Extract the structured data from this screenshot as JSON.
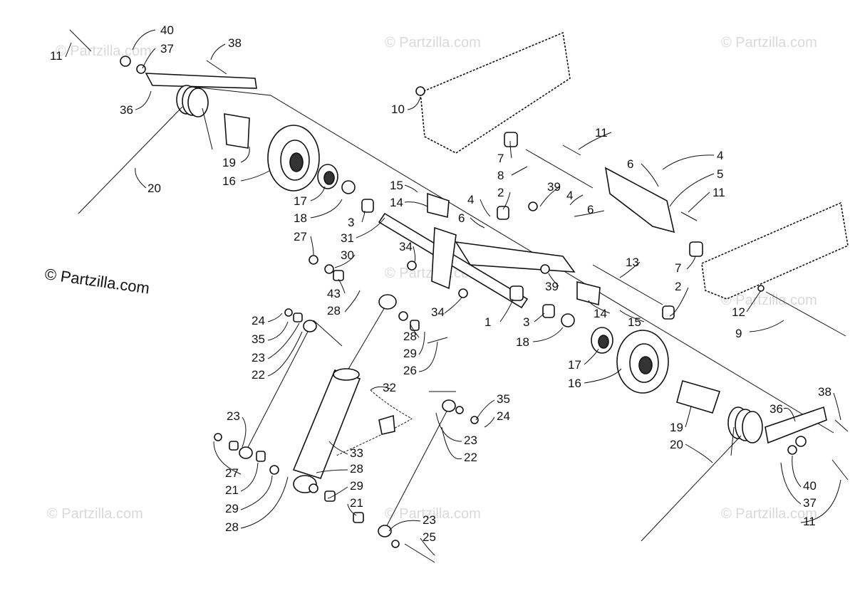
{
  "copyright": "© Partzilla.com",
  "watermark_text": "© Partzilla.com",
  "callouts": [
    "1",
    "2",
    "3",
    "4",
    "5",
    "6",
    "7",
    "8",
    "9",
    "10",
    "11",
    "12",
    "13",
    "14",
    "15",
    "16",
    "17",
    "18",
    "19",
    "20",
    "21",
    "22",
    "23",
    "24",
    "25",
    "26",
    "27",
    "28",
    "29",
    "30",
    "31",
    "32",
    "33",
    "34",
    "35",
    "36",
    "37",
    "38",
    "39",
    "40",
    "43"
  ],
  "colors": {
    "line": "#111111",
    "watermark": "#d9d9d9",
    "background": "#ffffff"
  }
}
